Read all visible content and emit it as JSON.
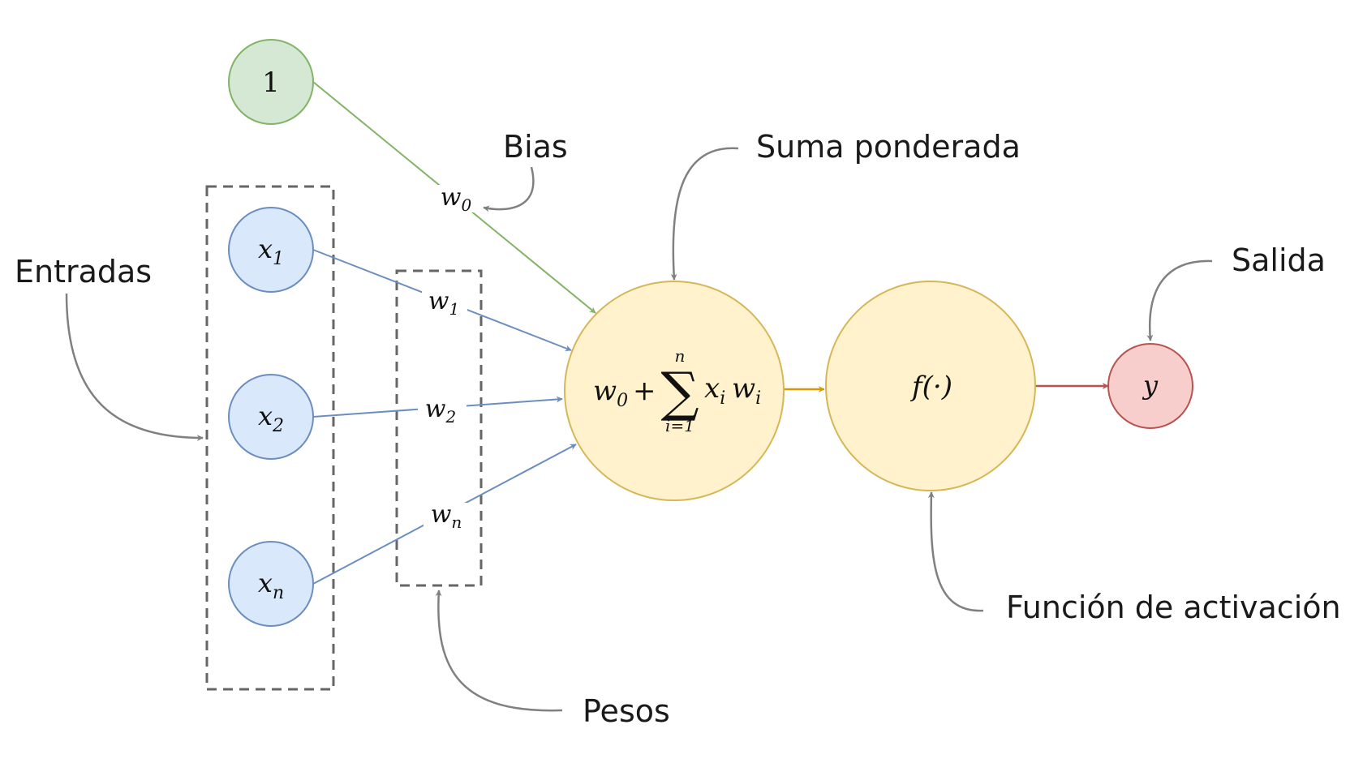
{
  "labels": {
    "bias": "Bias",
    "weighted_sum": "Suma ponderada",
    "inputs": "Entradas",
    "output": "Salida",
    "weights": "Pesos",
    "activation_function": "Función de activación"
  },
  "nodes": {
    "bias_node": "1",
    "x1": {
      "base": "x",
      "sub": "1"
    },
    "x2": {
      "base": "x",
      "sub": "2"
    },
    "xn": {
      "base": "x",
      "sub": "n"
    },
    "activation": "f(·)",
    "output_node": "y"
  },
  "weights": {
    "w0": {
      "base": "w",
      "sub": "0"
    },
    "w1": {
      "base": "w",
      "sub": "1"
    },
    "w2": {
      "base": "w",
      "sub": "2"
    },
    "wn": {
      "base": "w",
      "sub": "n"
    }
  },
  "formula": {
    "term0_base": "w",
    "term0_sub": "0",
    "plus": "+",
    "sigma": "∑",
    "upper": "n",
    "lower": "i=1",
    "x_base": "x",
    "x_sub": "i",
    "w_base": "w",
    "w_sub": "i"
  },
  "colors": {
    "input_fill": "#dae8fc",
    "input_stroke": "#6c8ebf",
    "bias_fill": "#d5e8d4",
    "bias_stroke": "#82b366",
    "sum_fill": "#fff2cc",
    "sum_stroke": "#d6b656",
    "output_fill": "#f8cecc",
    "output_stroke": "#b85450",
    "dashed_box": "#666666",
    "annotation_arrow": "#808080"
  }
}
